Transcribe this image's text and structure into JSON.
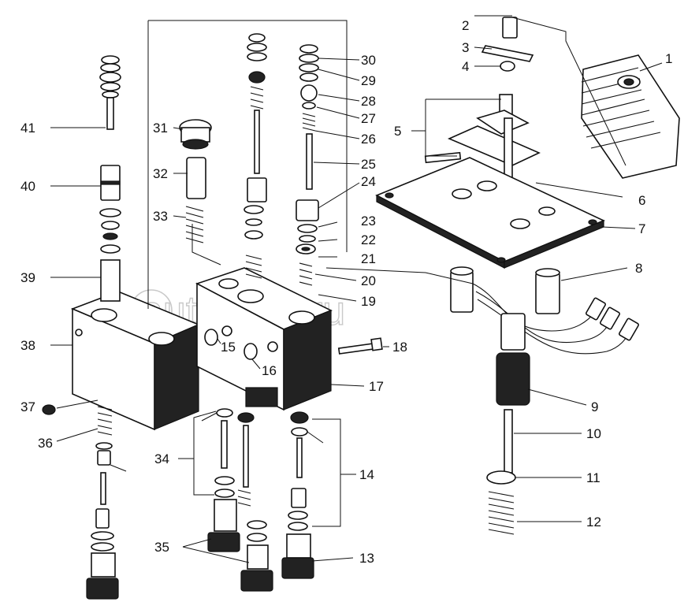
{
  "watermark": "autopiter.ru",
  "callouts": {
    "c1": "1",
    "c2": "2",
    "c3": "3",
    "c4": "4",
    "c5": "5",
    "c6": "6",
    "c7": "7",
    "c8": "8",
    "c9": "9",
    "c10": "10",
    "c11": "11",
    "c12": "12",
    "c13": "13",
    "c14": "14",
    "c15": "15",
    "c16": "16",
    "c17": "17",
    "c18": "18",
    "c19": "19",
    "c20": "20",
    "c21": "21",
    "c22": "22",
    "c23": "23",
    "c24": "24",
    "c25": "25",
    "c26": "26",
    "c27": "27",
    "c28": "28",
    "c29": "29",
    "c30": "30",
    "c31": "31",
    "c32": "32",
    "c33": "33",
    "c34": "34",
    "c35": "35",
    "c36": "36",
    "c37": "37",
    "c38": "38",
    "c39": "39",
    "c40": "40",
    "c41": "41"
  }
}
